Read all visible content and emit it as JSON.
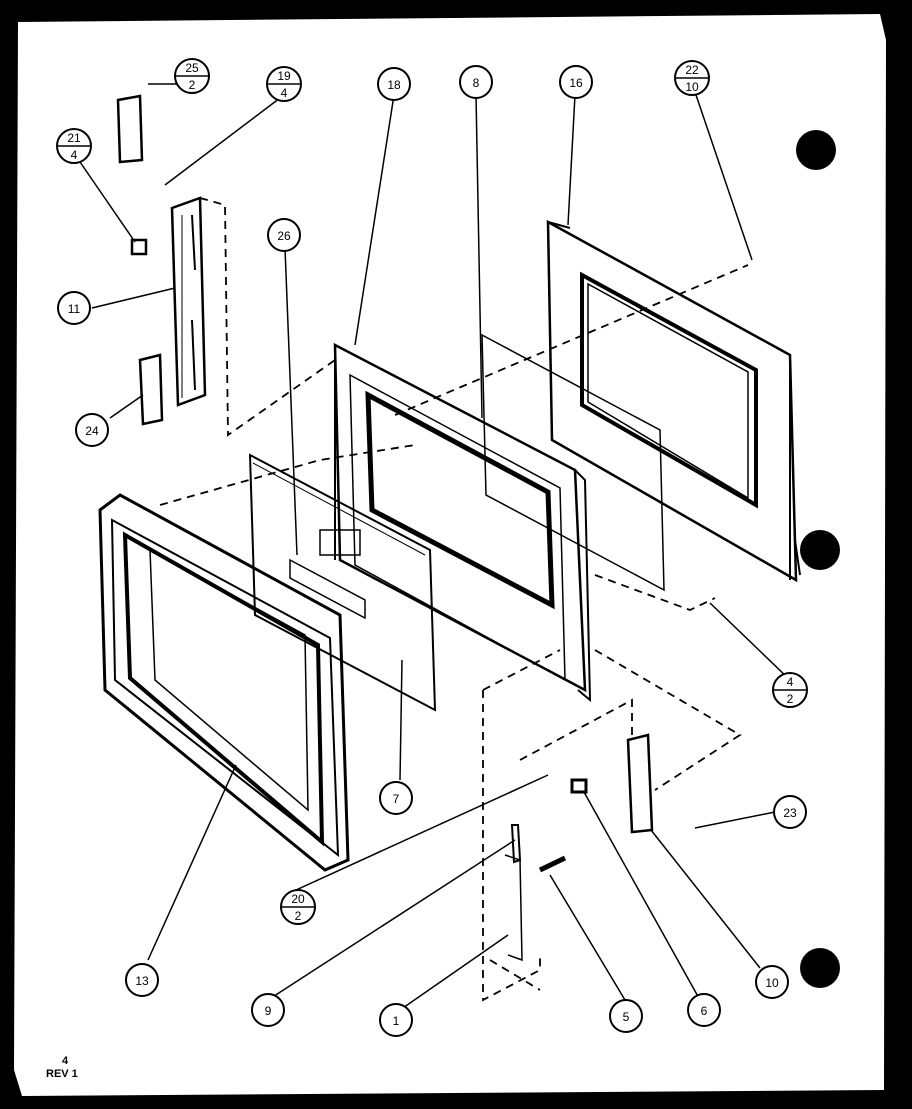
{
  "callouts": {
    "c25": {
      "top": "25",
      "bottom": "2"
    },
    "c19": {
      "top": "19",
      "bottom": "4"
    },
    "c18": {
      "label": "18"
    },
    "c8": {
      "label": "8"
    },
    "c16": {
      "label": "16"
    },
    "c22": {
      "top": "22",
      "bottom": "10"
    },
    "c21": {
      "top": "21",
      "bottom": "4"
    },
    "c26": {
      "label": "26"
    },
    "c11": {
      "label": "11"
    },
    "c24": {
      "label": "24"
    },
    "c4": {
      "top": "4",
      "bottom": "2"
    },
    "c23": {
      "label": "23"
    },
    "c7": {
      "label": "7"
    },
    "c20": {
      "top": "20",
      "bottom": "2"
    },
    "c13": {
      "label": "13"
    },
    "c9": {
      "label": "9"
    },
    "c1": {
      "label": "1"
    },
    "c5": {
      "label": "5"
    },
    "c6": {
      "label": "6"
    },
    "c10": {
      "label": "10"
    }
  },
  "footer": {
    "page": "4",
    "rev": "REV 1"
  },
  "colors": {
    "paper": "#ffffff",
    "ink": "#000000",
    "border": "#000000"
  }
}
